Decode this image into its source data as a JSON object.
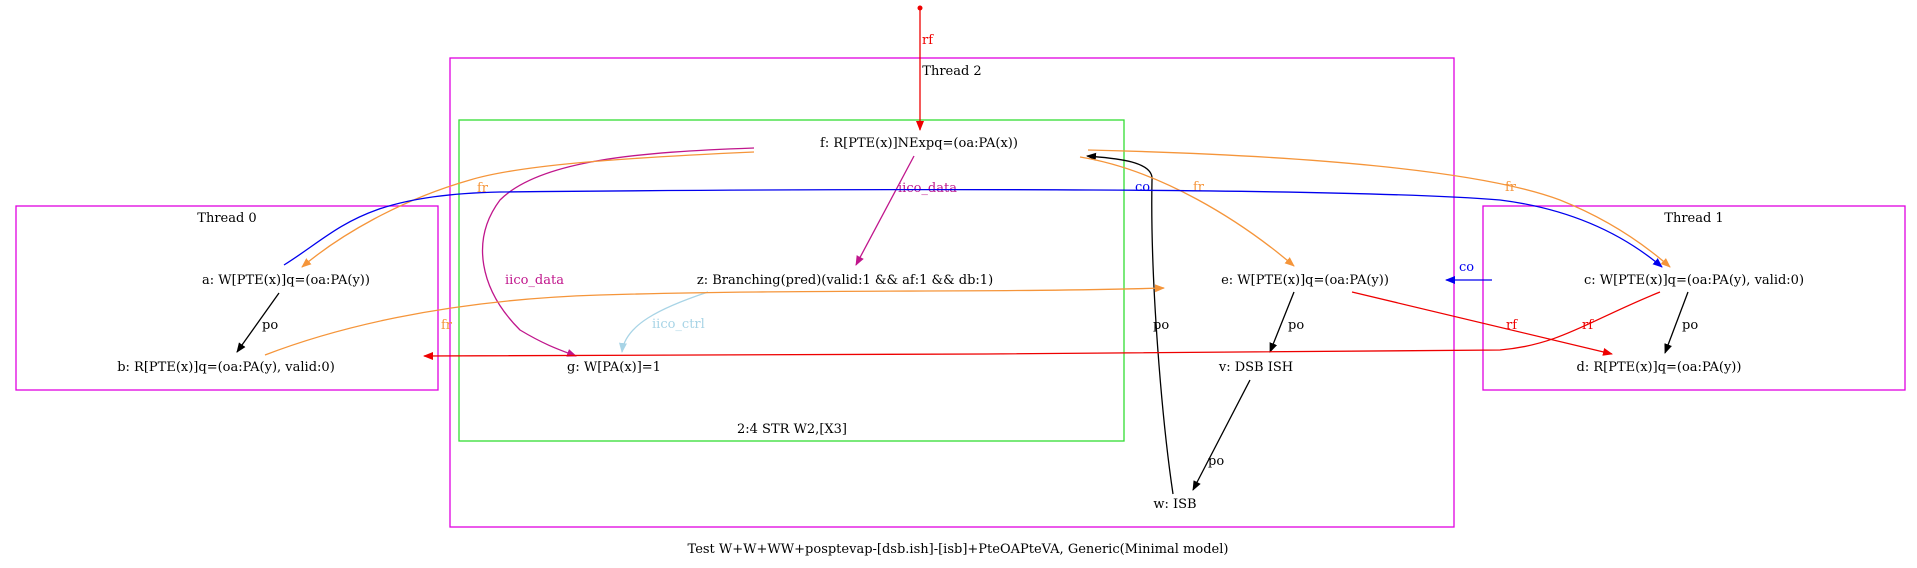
{
  "colors": {
    "thread_border": "#e000e0",
    "instr_border": "#33dd33",
    "po": "#000000",
    "rf": "#ee0000",
    "fr": "#f5953a",
    "co": "#0000ee",
    "iico_data": "#c0168c",
    "iico_ctrl": "#a8d4e6"
  },
  "clusters": {
    "thread0": "Thread 0",
    "thread1": "Thread 1",
    "thread2": "Thread 2",
    "instr": "2:4 STR W2,[X3]"
  },
  "nodes": {
    "a": "a: W[PTE(x)]q=(oa:PA(y))",
    "b": "b: R[PTE(x)]q=(oa:PA(y), valid:0)",
    "c": "c: W[PTE(x)]q=(oa:PA(y), valid:0)",
    "d": "d: R[PTE(x)]q=(oa:PA(y))",
    "e": "e: W[PTE(x)]q=(oa:PA(y))",
    "f": "f: R[PTE(x)]NExpq=(oa:PA(x))",
    "g": "g: W[PA(x)]=1",
    "z": "z: Branching(pred)(valid:1 && af:1 && db:1)",
    "v": "v: DSB ISH",
    "w": "w: ISB"
  },
  "edge_labels": {
    "po": "po",
    "rf": "rf",
    "fr": "fr",
    "co": "co",
    "iico_data": "iico_data",
    "iico_ctrl": "iico_ctrl"
  },
  "caption": "Test W+W+WW+posptevap-[dsb.ish]-[isb]+PteOAPteVA, Generic(Minimal model)"
}
